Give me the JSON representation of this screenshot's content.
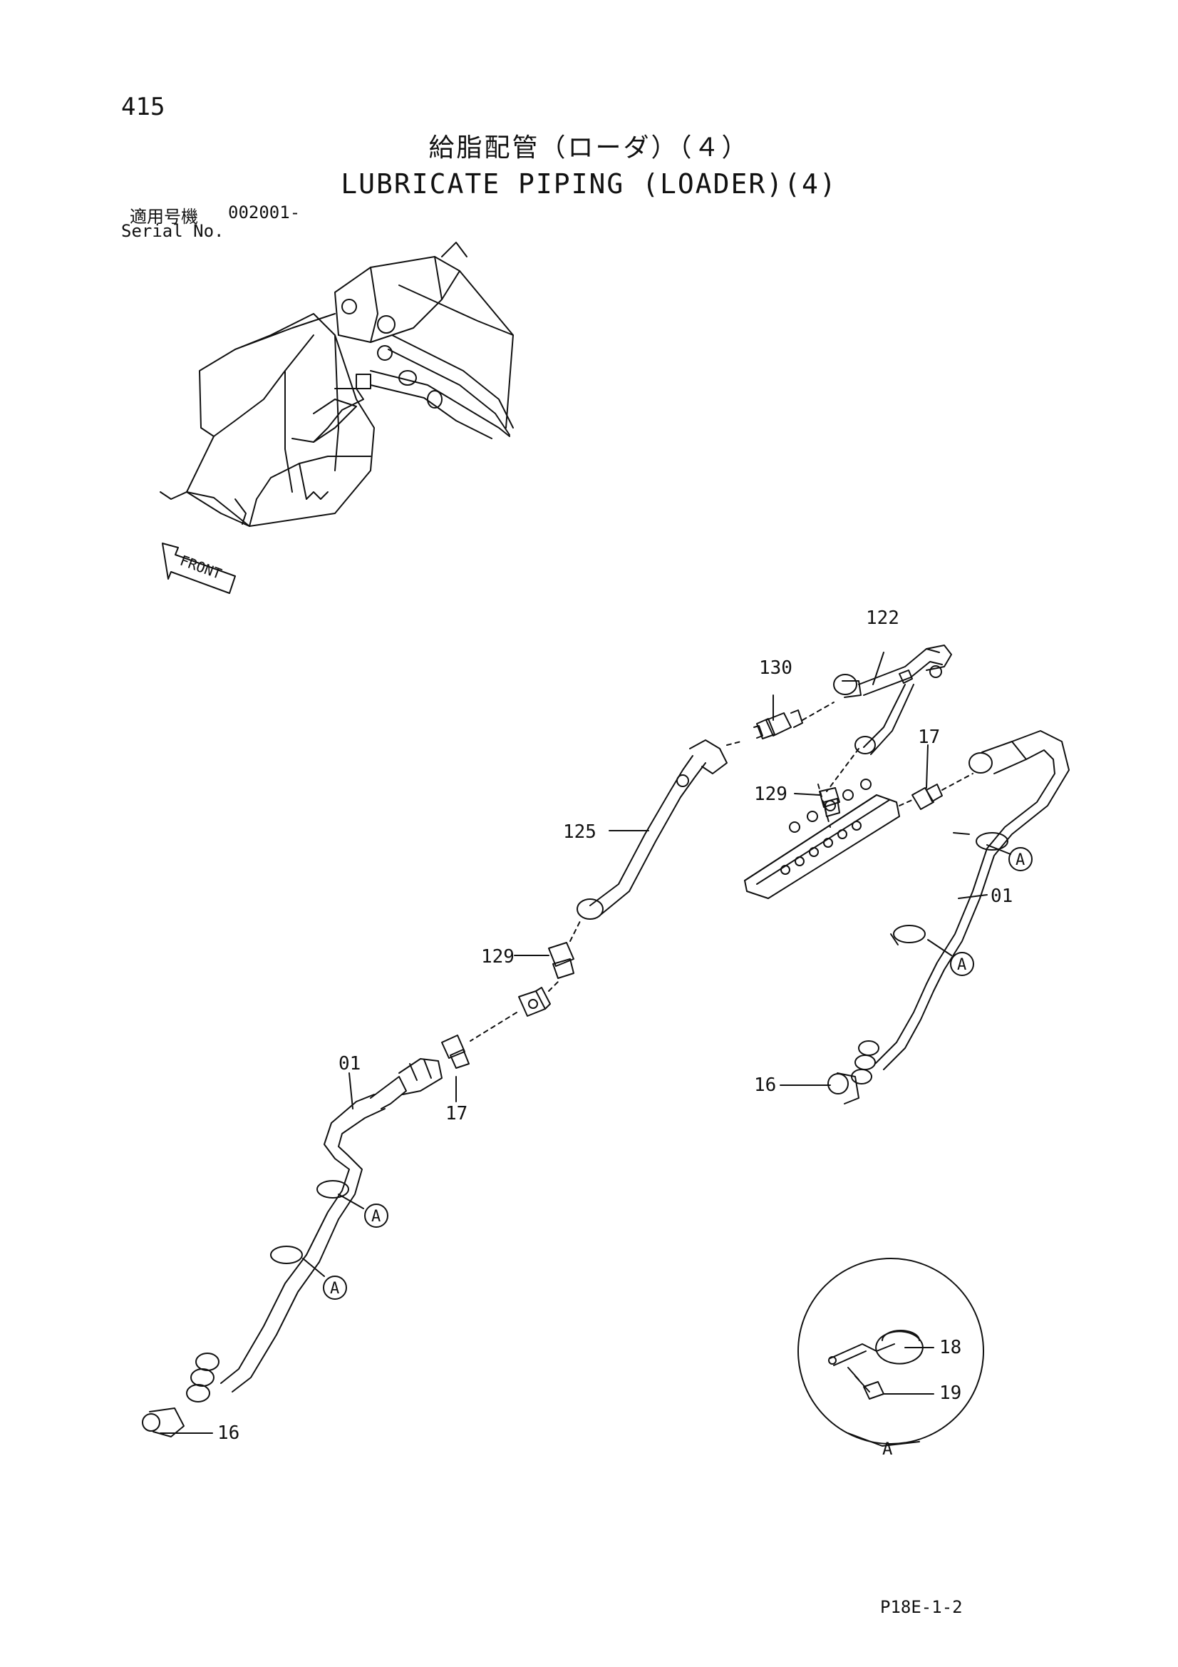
{
  "header": {
    "page_number": "415",
    "title_jp": "給脂配管（ローダ）（４）",
    "title_en": "LUBRICATE PIPING (LOADER)(4)",
    "serial_label_jp": "適用号機",
    "serial_value": "002001-",
    "serial_label_en": "Serial No."
  },
  "direction_label": "FRONT",
  "callouts": {
    "c122": "122",
    "c130": "130",
    "c17_top": "17",
    "c129_top": "129",
    "c125": "125",
    "c01_right": "01",
    "c129_mid": "129",
    "c01_left": "01",
    "c17_mid": "17",
    "c16_right": "16",
    "c16_left": "16",
    "c18": "18",
    "c19": "19"
  },
  "detail_markers": {
    "marker": "A",
    "detail_label": "A"
  },
  "footer": {
    "code": "P18E-1-2"
  }
}
